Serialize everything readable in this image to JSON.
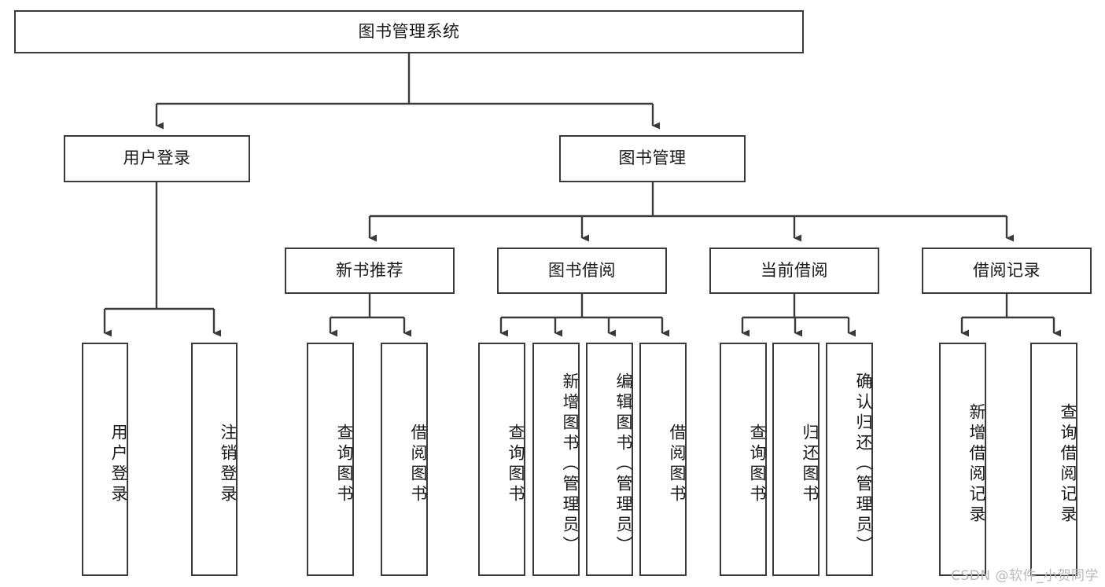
{
  "diagram": {
    "title": "图书管理系统",
    "type": "hierarchy-tree",
    "watermark": "CSDN @软件_小贺同学",
    "colors": {
      "stroke": "#3a3a3a",
      "fill": "#ffffff",
      "text": "#1a1a1a",
      "watermark": "#b8b8b8"
    },
    "root": {
      "id": "root",
      "label": "图书管理系统"
    },
    "level2": [
      {
        "id": "user-login",
        "label": "用户登录"
      },
      {
        "id": "book-manage",
        "label": "图书管理"
      }
    ],
    "level3": [
      {
        "id": "new-book-recommend",
        "label": "新书推荐"
      },
      {
        "id": "book-borrow",
        "label": "图书借阅"
      },
      {
        "id": "current-borrow",
        "label": "当前借阅"
      },
      {
        "id": "borrow-record",
        "label": "借阅记录"
      }
    ],
    "leaves": {
      "user_login": [
        {
          "id": "leaf-user-login",
          "label": "用户登录"
        },
        {
          "id": "leaf-user-logout",
          "label": "注销登录"
        }
      ],
      "new_book_recommend": [
        {
          "id": "leaf-query-book-1",
          "label": "查询图书"
        },
        {
          "id": "leaf-borrow-book-1",
          "label": "借阅图书"
        }
      ],
      "book_borrow": [
        {
          "id": "leaf-query-book-2",
          "label": "查询图书"
        },
        {
          "id": "leaf-add-book",
          "label": "新增图书（管理员）"
        },
        {
          "id": "leaf-edit-book",
          "label": "编辑图书（管理员）"
        },
        {
          "id": "leaf-borrow-book-2",
          "label": "借阅图书"
        }
      ],
      "current_borrow": [
        {
          "id": "leaf-query-book-3",
          "label": "查询图书"
        },
        {
          "id": "leaf-return-book",
          "label": "归还图书"
        },
        {
          "id": "leaf-confirm-return",
          "label": "确认归还（管理员）"
        }
      ],
      "borrow_record": [
        {
          "id": "leaf-add-record",
          "label": "新增借阅记录"
        },
        {
          "id": "leaf-query-record",
          "label": "查询借阅记录"
        }
      ]
    }
  }
}
